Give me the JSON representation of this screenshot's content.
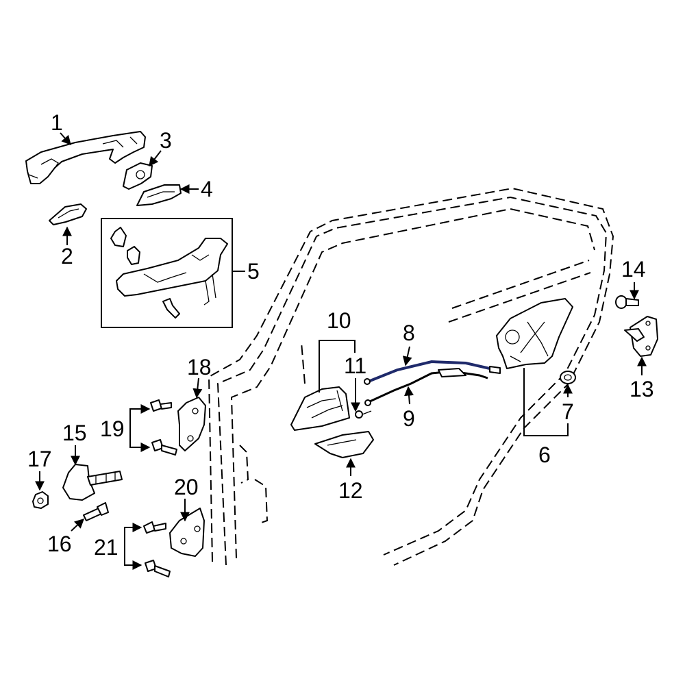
{
  "colors": {
    "line": "#000000",
    "highlight": "#1f2a6b",
    "background": "#ffffff"
  },
  "callouts": {
    "c1": "1",
    "c2": "2",
    "c3": "3",
    "c4": "4",
    "c5": "5",
    "c6": "6",
    "c7": "7",
    "c8": "8",
    "c9": "9",
    "c10": "10",
    "c11": "11",
    "c12": "12",
    "c13": "13",
    "c14": "14",
    "c15": "15",
    "c16": "16",
    "c17": "17",
    "c18": "18",
    "c19": "19",
    "c20": "20",
    "c21": "21"
  },
  "highlighted_part": "8"
}
